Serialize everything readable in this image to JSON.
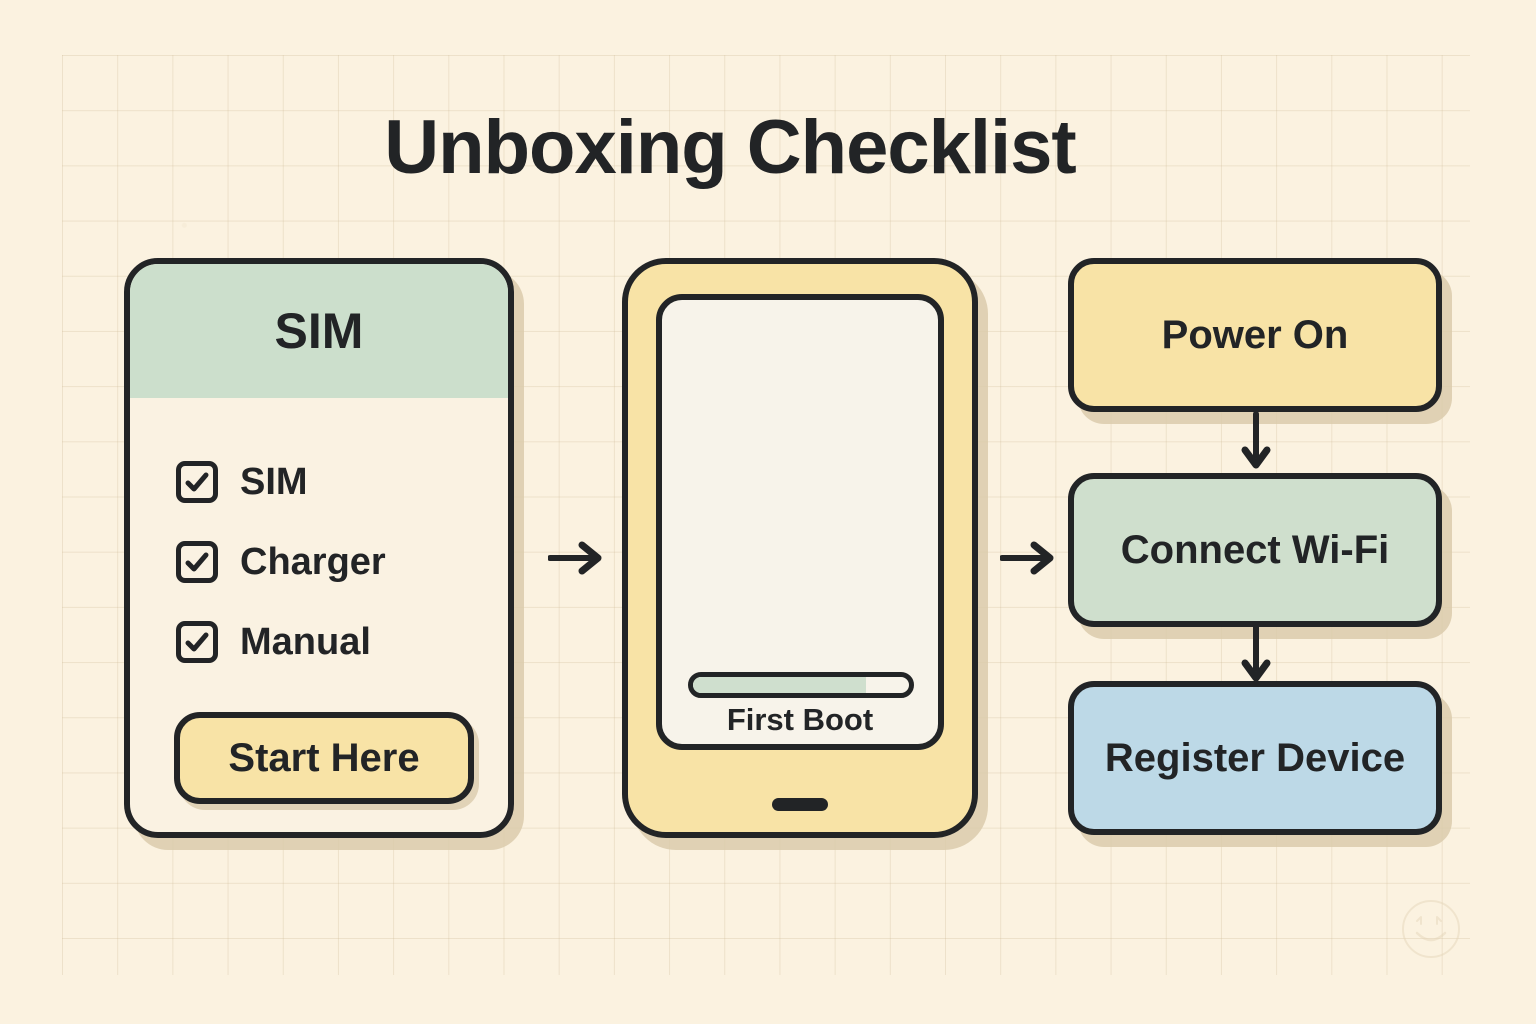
{
  "page": {
    "title": "Unboxing Checklist",
    "background_color": "#FBF2E0",
    "ink_color": "#222426",
    "grid_color": "#CDB996"
  },
  "checklist_card": {
    "header_title": "SIM",
    "header_color": "#CCDFCC",
    "body_color": "#FAF2E2",
    "items": [
      {
        "label": "SIM",
        "checked": true,
        "icon": "checkbox-checked-icon"
      },
      {
        "label": "Charger",
        "checked": true,
        "icon": "checkbox-checked-icon"
      },
      {
        "label": "Manual",
        "checked": true,
        "icon": "checkbox-checked-icon"
      }
    ],
    "button": {
      "label": "Start Here",
      "color": "#F8E3A6"
    }
  },
  "phone": {
    "body_color": "#F8E3A6",
    "screen_color": "#F7F3EA",
    "caption": "First Boot",
    "progress": {
      "percent": 80,
      "fill_color": "#CFDFCE"
    },
    "home_indicator": "home-indicator"
  },
  "flow": {
    "steps": [
      {
        "label": "Power On",
        "color": "#F8E3A6"
      },
      {
        "label": "Connect Wi-Fi",
        "color": "#CFDFCD"
      },
      {
        "label": "Register Device",
        "color": "#BDD9E7"
      }
    ],
    "connectors": [
      {
        "icon": "arrow-down-icon"
      },
      {
        "icon": "arrow-down-icon"
      }
    ]
  },
  "connectors": [
    {
      "icon": "arrow-right-icon"
    },
    {
      "icon": "arrow-right-icon"
    }
  ],
  "watermark": {
    "icon": "smiley-face-icon"
  }
}
